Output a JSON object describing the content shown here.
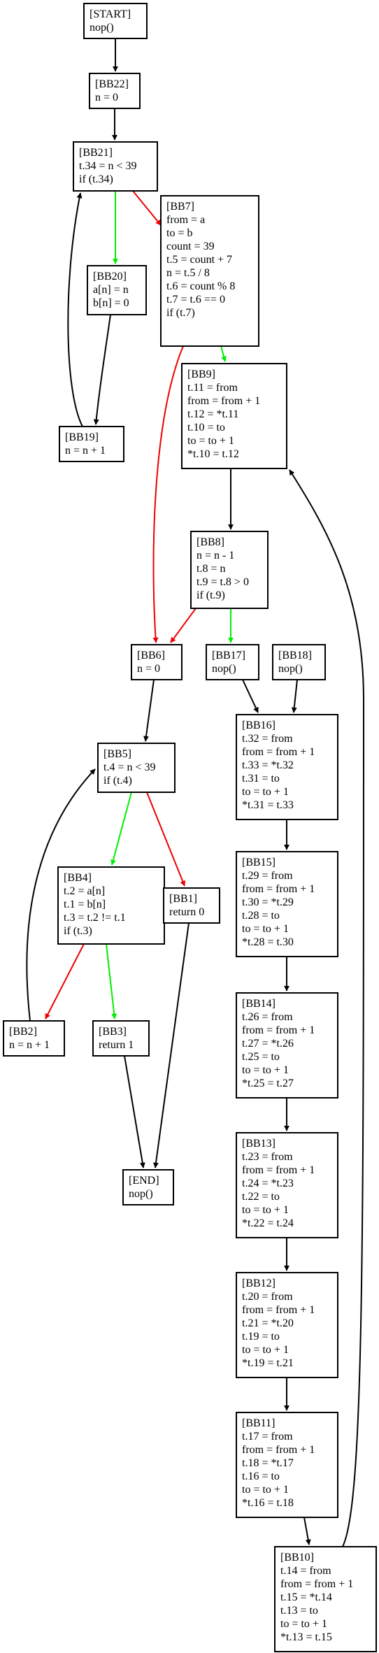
{
  "colors": {
    "node_border": "#000000",
    "text": "#000000",
    "edge_default": "#000000",
    "edge_true": "#00ee00",
    "edge_false": "#ee0000"
  },
  "nodes": {
    "START": [
      "[START]",
      "nop()"
    ],
    "BB22": [
      "[BB22]",
      "n = 0"
    ],
    "BB21": [
      "[BB21]",
      "t.34 = n < 39",
      "if (t.34)"
    ],
    "BB20": [
      "[BB20]",
      "a[n] = n",
      "b[n] = 0"
    ],
    "BB19": [
      "[BB19]",
      "n = n + 1"
    ],
    "BB7": [
      "[BB7]",
      "from = a",
      "to = b",
      "count = 39",
      "t.5 = count + 7",
      "n = t.5 / 8",
      "t.6 = count % 8",
      "t.7 = t.6 == 0",
      "if (t.7)"
    ],
    "BB9": [
      "[BB9]",
      "t.11 = from",
      "from = from + 1",
      "t.12 = *t.11",
      "t.10 = to",
      "to = to + 1",
      "*t.10 = t.12"
    ],
    "BB8": [
      "[BB8]",
      "n = n - 1",
      "t.8 = n",
      "t.9 = t.8 > 0",
      "if (t.9)"
    ],
    "BB6": [
      "[BB6]",
      "n = 0"
    ],
    "BB17": [
      "[BB17]",
      "nop()"
    ],
    "BB18": [
      "[BB18]",
      "nop()"
    ],
    "BB16": [
      "[BB16]",
      "t.32 = from",
      "from = from + 1",
      "t.33 = *t.32",
      "t.31 = to",
      "to = to + 1",
      "*t.31 = t.33"
    ],
    "BB5": [
      "[BB5]",
      "t.4 = n < 39",
      "if (t.4)"
    ],
    "BB15": [
      "[BB15]",
      "t.29 = from",
      "from = from + 1",
      "t.30 = *t.29",
      "t.28 = to",
      "to = to + 1",
      "*t.28 = t.30"
    ],
    "BB4": [
      "[BB4]",
      "t.2 = a[n]",
      "t.1 = b[n]",
      "t.3 = t.2 != t.1",
      "if (t.3)"
    ],
    "BB1": [
      "[BB1]",
      "return 0"
    ],
    "BB14": [
      "[BB14]",
      "t.26 = from",
      "from = from + 1",
      "t.27 = *t.26",
      "t.25 = to",
      "to = to + 1",
      "*t.25 = t.27"
    ],
    "BB2": [
      "[BB2]",
      "n = n + 1"
    ],
    "BB3": [
      "[BB3]",
      "return 1"
    ],
    "END": [
      "[END]",
      "nop()"
    ],
    "BB13": [
      "[BB13]",
      "t.23 = from",
      "from = from + 1",
      "t.24 = *t.23",
      "t.22 = to",
      "to = to + 1",
      "*t.22 = t.24"
    ],
    "BB12": [
      "[BB12]",
      "t.20 = from",
      "from = from + 1",
      "t.21 = *t.20",
      "t.19 = to",
      "to = to + 1",
      "*t.19 = t.21"
    ],
    "BB11": [
      "[BB11]",
      "t.17 = from",
      "from = from + 1",
      "t.18 = *t.17",
      "t.16 = to",
      "to = to + 1",
      "*t.16 = t.18"
    ],
    "BB10": [
      "[BB10]",
      "t.14 = from",
      "from = from + 1",
      "t.15 = *t.14",
      "t.13 = to",
      "to = to + 1",
      "*t.13 = t.15"
    ]
  },
  "edges": [
    {
      "from": "START",
      "to": "BB22",
      "kind": "default"
    },
    {
      "from": "BB22",
      "to": "BB21",
      "kind": "default"
    },
    {
      "from": "BB21",
      "to": "BB20",
      "kind": "true"
    },
    {
      "from": "BB21",
      "to": "BB7",
      "kind": "false"
    },
    {
      "from": "BB20",
      "to": "BB19",
      "kind": "default"
    },
    {
      "from": "BB19",
      "to": "BB21",
      "kind": "default"
    },
    {
      "from": "BB7",
      "to": "BB9",
      "kind": "true"
    },
    {
      "from": "BB7",
      "to": "BB6",
      "kind": "false"
    },
    {
      "from": "BB9",
      "to": "BB8",
      "kind": "default"
    },
    {
      "from": "BB8",
      "to": "BB17",
      "kind": "true"
    },
    {
      "from": "BB8",
      "to": "BB6",
      "kind": "false"
    },
    {
      "from": "BB6",
      "to": "BB5",
      "kind": "default"
    },
    {
      "from": "BB17",
      "to": "BB16",
      "kind": "default"
    },
    {
      "from": "BB18",
      "to": "BB16",
      "kind": "default"
    },
    {
      "from": "BB16",
      "to": "BB15",
      "kind": "default"
    },
    {
      "from": "BB5",
      "to": "BB4",
      "kind": "true"
    },
    {
      "from": "BB5",
      "to": "BB1",
      "kind": "false"
    },
    {
      "from": "BB4",
      "to": "BB3",
      "kind": "true"
    },
    {
      "from": "BB4",
      "to": "BB2",
      "kind": "false"
    },
    {
      "from": "BB2",
      "to": "BB5",
      "kind": "default"
    },
    {
      "from": "BB3",
      "to": "END",
      "kind": "default"
    },
    {
      "from": "BB1",
      "to": "END",
      "kind": "default"
    },
    {
      "from": "BB15",
      "to": "BB14",
      "kind": "default"
    },
    {
      "from": "BB14",
      "to": "BB13",
      "kind": "default"
    },
    {
      "from": "BB13",
      "to": "BB12",
      "kind": "default"
    },
    {
      "from": "BB12",
      "to": "BB11",
      "kind": "default"
    },
    {
      "from": "BB11",
      "to": "BB10",
      "kind": "default"
    },
    {
      "from": "BB10",
      "to": "BB9",
      "kind": "default"
    }
  ]
}
